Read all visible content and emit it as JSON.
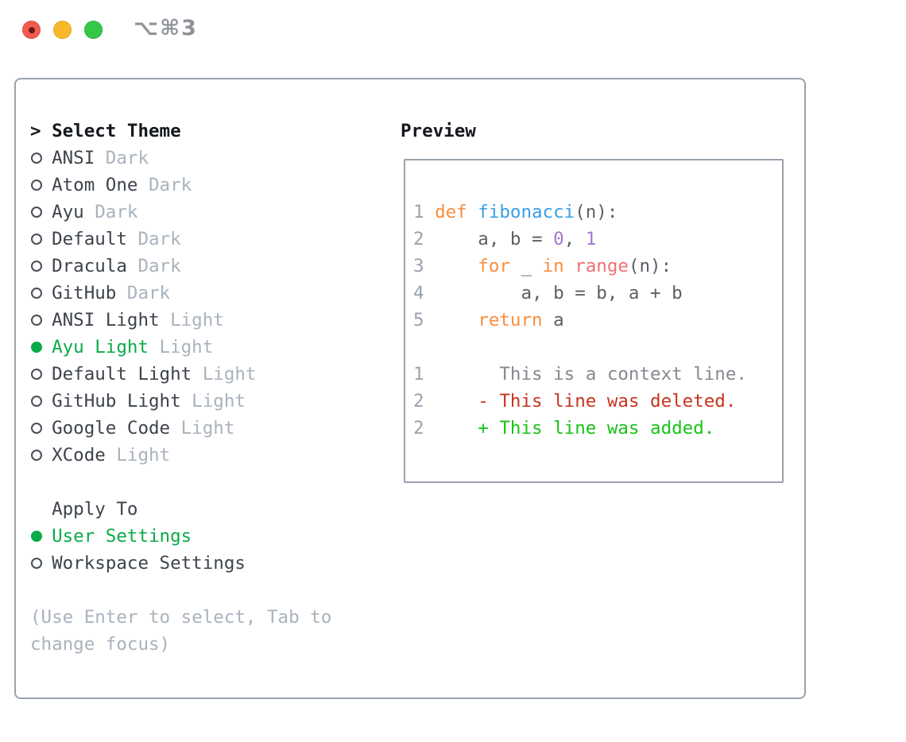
{
  "window": {
    "title": "⌥⌘3"
  },
  "theme_picker": {
    "prompt": ">",
    "header": "Select Theme",
    "items": [
      {
        "name": "ANSI",
        "variant": "Dark",
        "selected": false
      },
      {
        "name": "Atom One",
        "variant": "Dark",
        "selected": false
      },
      {
        "name": "Ayu",
        "variant": "Dark",
        "selected": false
      },
      {
        "name": "Default",
        "variant": "Dark",
        "selected": false
      },
      {
        "name": "Dracula",
        "variant": "Dark",
        "selected": false
      },
      {
        "name": "GitHub",
        "variant": "Dark",
        "selected": false
      },
      {
        "name": "ANSI Light",
        "variant": "Light",
        "selected": false
      },
      {
        "name": "Ayu Light",
        "variant": "Light",
        "selected": true
      },
      {
        "name": "Default Light",
        "variant": "Light",
        "selected": false
      },
      {
        "name": "GitHub Light",
        "variant": "Light",
        "selected": false
      },
      {
        "name": "Google Code",
        "variant": "Light",
        "selected": false
      },
      {
        "name": "XCode",
        "variant": "Light",
        "selected": false
      }
    ]
  },
  "apply_to": {
    "header": "Apply To",
    "options": [
      {
        "label": "User Settings",
        "selected": true
      },
      {
        "label": "Workspace Settings",
        "selected": false
      }
    ]
  },
  "help": {
    "lines": [
      "(Use Enter to select, Tab to",
      "change focus)"
    ]
  },
  "preview": {
    "header": "Preview",
    "code_lines": [
      {
        "num": "1",
        "tokens": [
          {
            "t": "kw",
            "s": "def"
          },
          {
            "t": "pl",
            "s": " "
          },
          {
            "t": "fn",
            "s": "fibonacci"
          },
          {
            "t": "pl",
            "s": "(n):"
          }
        ]
      },
      {
        "num": "2",
        "tokens": [
          {
            "t": "pl",
            "s": "    a, b = "
          },
          {
            "t": "nu",
            "s": "0"
          },
          {
            "t": "pl",
            "s": ", "
          },
          {
            "t": "nu",
            "s": "1"
          }
        ]
      },
      {
        "num": "3",
        "tokens": [
          {
            "t": "pl",
            "s": "    "
          },
          {
            "t": "kw",
            "s": "for"
          },
          {
            "t": "pl",
            "s": " _ "
          },
          {
            "t": "kw",
            "s": "in"
          },
          {
            "t": "pl",
            "s": " "
          },
          {
            "t": "bi",
            "s": "range"
          },
          {
            "t": "pl",
            "s": "(n):"
          }
        ]
      },
      {
        "num": "4",
        "tokens": [
          {
            "t": "pl",
            "s": "        a, b = b, a + b"
          }
        ]
      },
      {
        "num": "5",
        "tokens": [
          {
            "t": "pl",
            "s": "    "
          },
          {
            "t": "kw",
            "s": "return"
          },
          {
            "t": "pl",
            "s": " a"
          }
        ]
      }
    ],
    "diff_lines": [
      {
        "num": "1",
        "type": "context",
        "text": "      This is a context line."
      },
      {
        "num": "2",
        "type": "deleted",
        "text": "    - This line was deleted."
      },
      {
        "num": "2",
        "type": "added",
        "text": "    + This line was added."
      }
    ]
  },
  "colors": {
    "accent_green": "#0caa49",
    "added_green": "#19c219",
    "deleted_red": "#c6341e",
    "keyword_orange": "#fa8d3e",
    "function_blue": "#399ee6",
    "builtin_salmon": "#f07171",
    "number_purple": "#a37acc",
    "code_text": "#5b6066",
    "muted_gray": "#a9b2bd",
    "border_gray": "#99a2ac",
    "traffic_red": "#f25c50",
    "traffic_yellow": "#f7b92c",
    "traffic_green": "#35c748"
  }
}
